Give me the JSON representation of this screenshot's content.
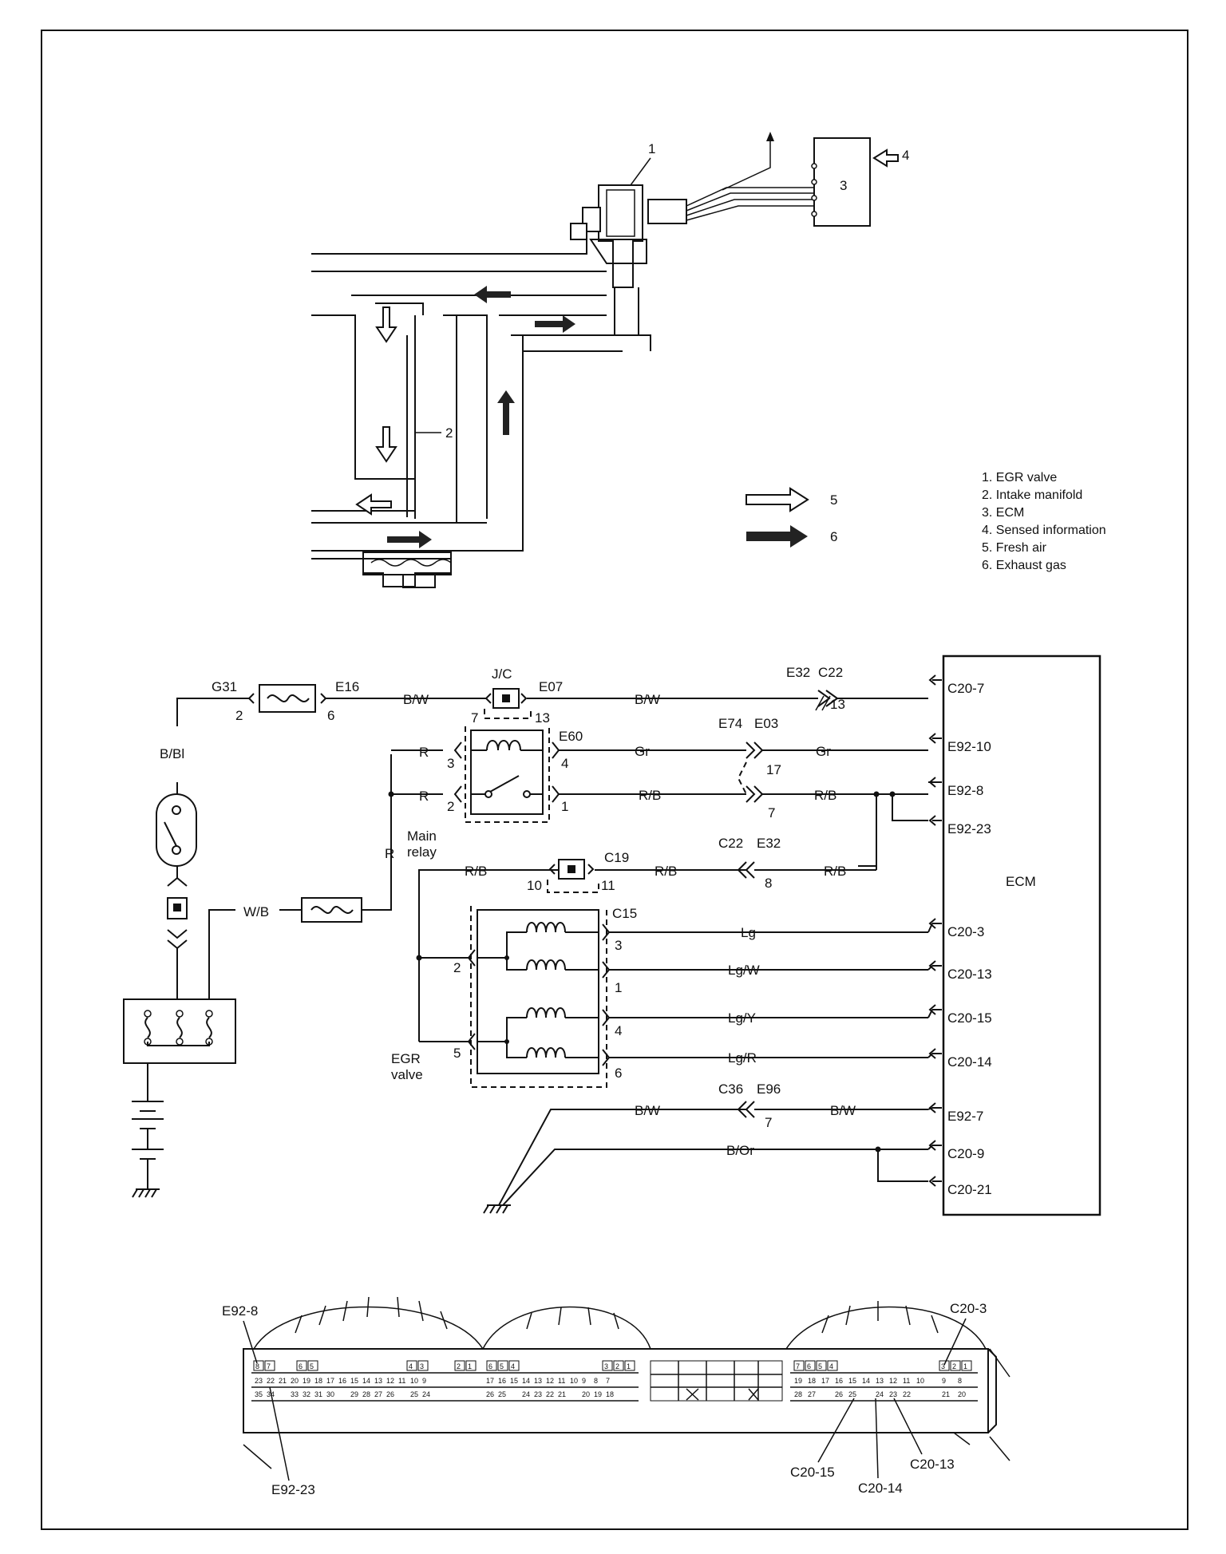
{
  "egr_diagram": {
    "callouts": [
      "1",
      "2",
      "3",
      "4",
      "5",
      "6"
    ],
    "ecm_box_label": "3",
    "legend": [
      "1.  EGR valve",
      "2.  Intake manifold",
      "3.  ECM",
      "4.  Sensed information",
      "5.  Fresh air",
      "6.  Exhaust gas"
    ],
    "legend_arrow_labels": [
      "5",
      "6"
    ]
  },
  "wiring": {
    "ecm_label": "ECM",
    "ecm_terminals": [
      "C20-7",
      "E92-10",
      "E92-8",
      "E92-23",
      "C20-3",
      "C20-13",
      "C20-15",
      "C20-14",
      "E92-7",
      "C20-9",
      "C20-21"
    ],
    "wire_colors": {
      "bw1": "B/W",
      "bw2": "B/W",
      "bbl": "B/Bl",
      "wb": "W/B",
      "r1": "R",
      "r2": "R",
      "r3": "R",
      "gr1": "Gr",
      "gr2": "Gr",
      "rb1": "R/B",
      "rb2": "R/B",
      "rb3": "R/B",
      "rb4": "R/B",
      "rb5": "R/B",
      "lg": "Lg",
      "lgw": "Lg/W",
      "lgy": "Lg/Y",
      "lgr": "Lg/R",
      "bw3": "B/W",
      "bw4": "B/W",
      "bor": "B/Or"
    },
    "connectors": {
      "g31": "G31",
      "e16": "E16",
      "jc": "J/C",
      "e07": "E07",
      "e32a": "E32",
      "c22a": "C22",
      "e60": "E60",
      "e74": "E74",
      "e03": "E03",
      "c19": "C19",
      "c22b": "C22",
      "e32b": "E32",
      "c15": "C15",
      "c36": "C36",
      "e96": "E96"
    },
    "pins": {
      "p2a": "2",
      "p6a": "6",
      "p7": "7",
      "p13a": "13",
      "p13b": "13",
      "p3a": "3",
      "p4a": "4",
      "p2b": "2",
      "p1a": "1",
      "p17": "17",
      "p7b": "7",
      "p10": "10",
      "p11": "11",
      "p8": "8",
      "p3b": "3",
      "p2c": "2",
      "p1b": "1",
      "p4b": "4",
      "p5": "5",
      "p6b": "6",
      "p7c": "7"
    },
    "main_relay_label": [
      "Main",
      "relay"
    ],
    "egr_valve_label": [
      "EGR",
      "valve"
    ]
  },
  "connector_view": {
    "callouts": [
      "E92-8",
      "C20-3",
      "E92-23",
      "C20-15",
      "C20-14",
      "C20-13"
    ],
    "e92_row1": [
      "8",
      "7",
      "6",
      "5",
      "4",
      "3",
      "2",
      "1",
      "6",
      "5",
      "4",
      "3",
      "2",
      "1"
    ],
    "e92_row2": [
      "23",
      "22",
      "21",
      "20",
      "19",
      "18",
      "17",
      "16",
      "15",
      "14",
      "13",
      "12",
      "11",
      "10",
      "9",
      "17",
      "16",
      "15",
      "14",
      "13",
      "12",
      "11",
      "10",
      "9",
      "8",
      "7"
    ],
    "e92_row3": [
      "35",
      "34",
      "33",
      "32",
      "31",
      "30",
      "29",
      "28",
      "27",
      "26",
      "25",
      "24",
      "26",
      "25",
      "24",
      "23",
      "22",
      "21",
      "20",
      "19",
      "18"
    ],
    "c20_row1": [
      "7",
      "6",
      "5",
      "4",
      "3",
      "2",
      "1"
    ],
    "c20_row2": [
      "19",
      "18",
      "17",
      "16",
      "15",
      "14",
      "13",
      "12",
      "11",
      "10",
      "9",
      "8"
    ],
    "c20_row3": [
      "28",
      "27",
      "26",
      "25",
      "24",
      "23",
      "22",
      "21",
      "20"
    ]
  }
}
